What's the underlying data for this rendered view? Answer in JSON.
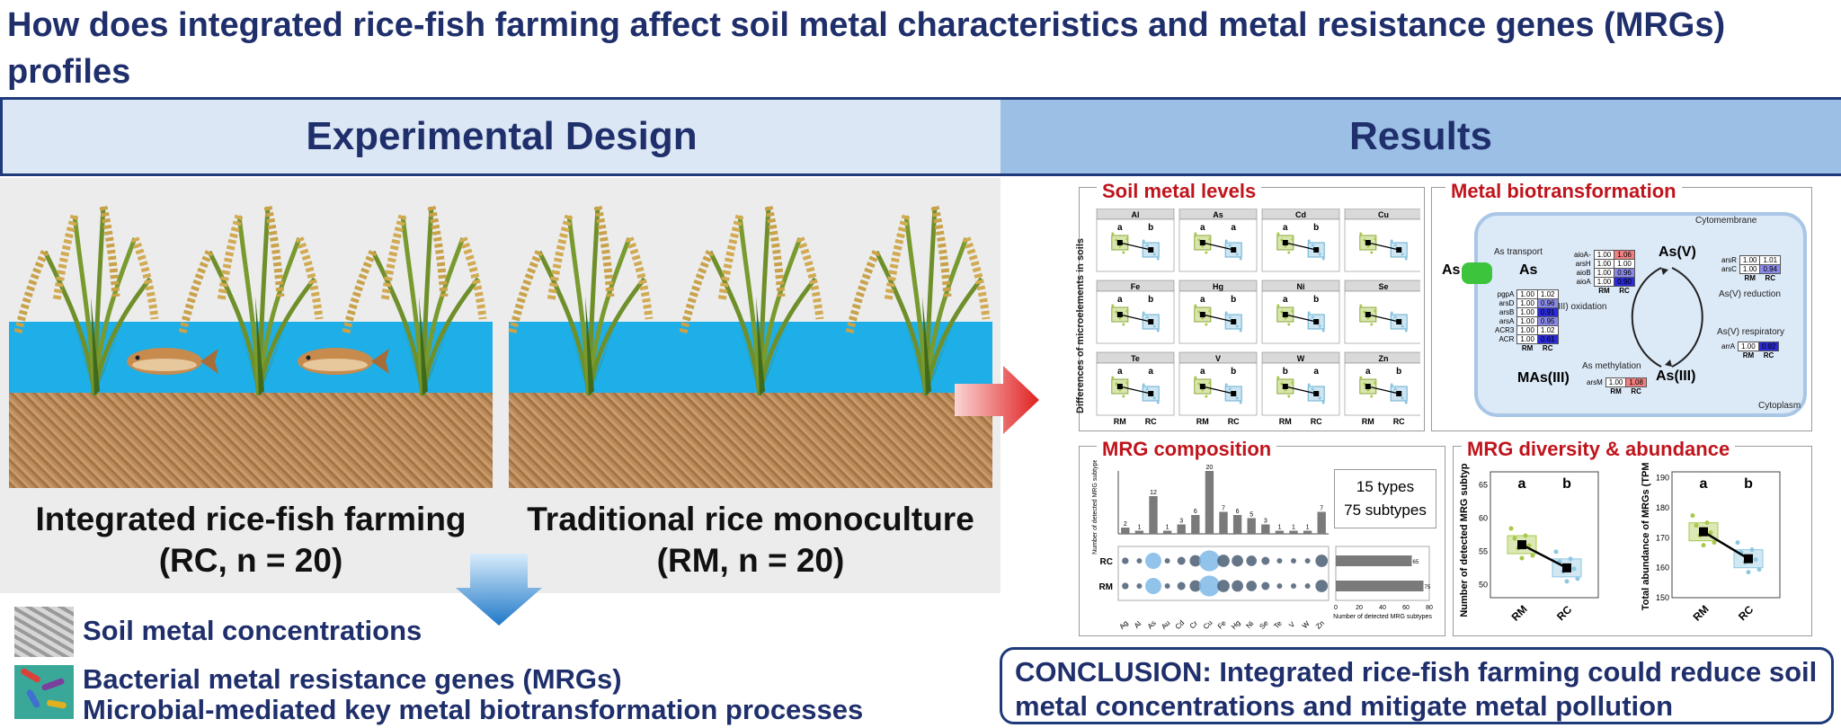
{
  "title": "How does integrated rice-fish farming affect soil metal characteristics and metal resistance genes (MRGs) profiles",
  "headers": {
    "left": "Experimental Design",
    "right": "Results"
  },
  "design": {
    "rc_caption_1": "Integrated rice-fish farming",
    "rc_caption_2": "(RC, n = 20)",
    "rm_caption_1": "Traditional rice monoculture",
    "rm_caption_2": "(RM, n = 20)",
    "items": [
      "Soil metal concentrations",
      "Bacterial metal resistance genes (MRGs)",
      "Microbial-mediated key metal biotransformation processes"
    ]
  },
  "results": {
    "soil_metal": {
      "title": "Soil metal levels",
      "ylabel": "Differences of microelements in soils",
      "groups": [
        "RM",
        "RC"
      ],
      "panels": [
        {
          "name": "Al",
          "l1": "a",
          "l2": "b"
        },
        {
          "name": "As",
          "l1": "a",
          "l2": "a"
        },
        {
          "name": "Cd",
          "l1": "a",
          "l2": "b"
        },
        {
          "name": "Cu",
          "l1": "",
          "l2": ""
        },
        {
          "name": "Fe",
          "l1": "a",
          "l2": "b"
        },
        {
          "name": "Hg",
          "l1": "a",
          "l2": "b"
        },
        {
          "name": "Ni",
          "l1": "a",
          "l2": "b"
        },
        {
          "name": "Se",
          "l1": "",
          "l2": ""
        },
        {
          "name": "Te",
          "l1": "a",
          "l2": "a"
        },
        {
          "name": "V",
          "l1": "a",
          "l2": "b"
        },
        {
          "name": "W",
          "l1": "b",
          "l2": "a"
        },
        {
          "name": "Zn",
          "l1": "a",
          "l2": "b"
        }
      ]
    },
    "biotrans": {
      "title": "Metal biotransformation",
      "cytomembrane": "Cytomembrane",
      "cytoplasm": "Cytoplasm",
      "as_transport": "As transport",
      "as_out": "As",
      "as_in": "As",
      "asv": "As(V)",
      "asiii": "As(III)",
      "masiii": "MAs(III)",
      "oxidation": "As(III) oxidation",
      "reduction": "As(V) reduction",
      "respiratory": "As(V) respiratory",
      "methylation": "As methylation",
      "col_rm": "RM",
      "col_rc": "RC",
      "tables": {
        "oxid": [
          [
            "aioA-",
            "1.00",
            "1.06"
          ],
          [
            "arsH",
            "1.00",
            "1.00"
          ],
          [
            "aioB",
            "1.00",
            "0.96"
          ],
          [
            "aioA",
            "1.00",
            "0.90"
          ]
        ],
        "transport": [
          [
            "pgpA",
            "1.00",
            "1.02"
          ],
          [
            "arsD",
            "1.00",
            "0.96"
          ],
          [
            "arsB",
            "1.00",
            "0.91"
          ],
          [
            "arsA",
            "1.00",
            "0.95"
          ],
          [
            "ACR3",
            "1.00",
            "1.02"
          ],
          [
            "ACR",
            "1.00",
            "0.61"
          ]
        ],
        "reduction": [
          [
            "arsR",
            "1.00",
            "1.01"
          ],
          [
            "arsC",
            "1.00",
            "0.94"
          ]
        ],
        "resp": [
          [
            "arrA",
            "1.00",
            "0.92"
          ]
        ],
        "meth": [
          [
            "arsM",
            "1.00",
            "1.08"
          ]
        ]
      }
    },
    "composition": {
      "title": "MRG composition",
      "ylabel": "Number of detected MRG subtypes",
      "metals": [
        "Ag",
        "Al",
        "As",
        "Au",
        "Cd",
        "Cr",
        "Cu",
        "Fe",
        "Hg",
        "Ni",
        "Se",
        "Te",
        "V",
        "W",
        "Zn"
      ],
      "counts": [
        2,
        1,
        12,
        1,
        3,
        6,
        20,
        7,
        6,
        5,
        3,
        1,
        1,
        1,
        7
      ],
      "summary_1": "15 types",
      "summary_2": "75 subtypes",
      "rc_label": "RC",
      "rm_label": "RM",
      "rc_total": 65,
      "rm_total": 75,
      "xticks": [
        "0",
        "20",
        "40",
        "60",
        "80"
      ],
      "xlabel": "Number of detected MRG subtypes"
    },
    "diversity": {
      "title": "MRG diversity & abundance",
      "left_ylabel": "Number of detected MRG subtypes",
      "left_yticks": [
        "50",
        "55",
        "60",
        "65"
      ],
      "left_letters": [
        "a",
        "b"
      ],
      "left_means": [
        56,
        52.5
      ],
      "right_ylabel": "Total abundance of MRGs (TPM)",
      "right_yticks": [
        "150",
        "160",
        "170",
        "180",
        "190"
      ],
      "right_letters": [
        "a",
        "b"
      ],
      "right_means": [
        172,
        163
      ],
      "groups": [
        "RM",
        "RC"
      ]
    }
  },
  "conclusion": "CONCLUSION: Integrated rice-fish farming could reduce soil metal concentrations and mitigate metal pollution",
  "colors": {
    "rm": "#a8c84a",
    "rc": "#8cc6e2",
    "accent": "#c0141c",
    "navy": "#1f2f6b"
  }
}
